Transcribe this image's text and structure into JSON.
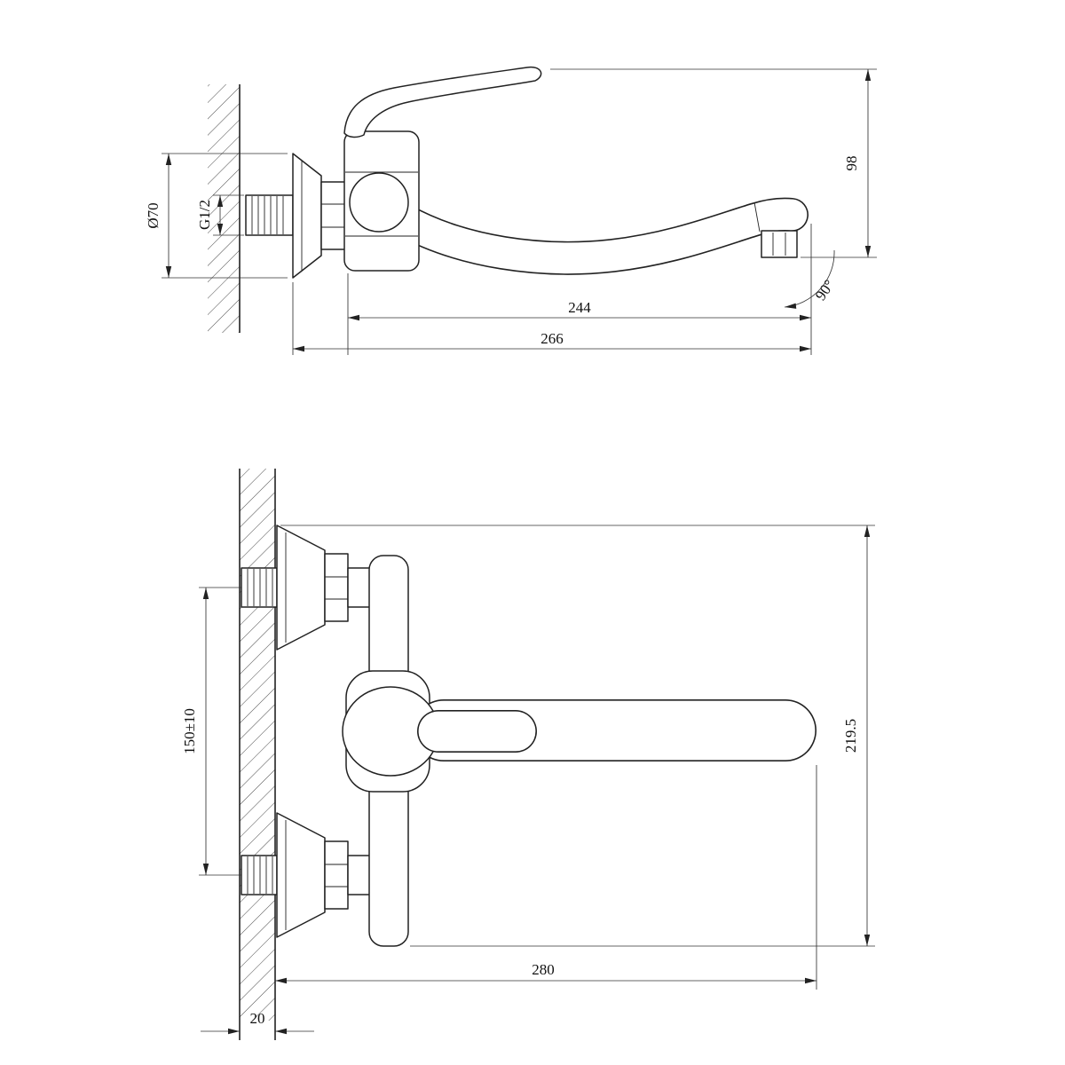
{
  "drawing": {
    "kind": "wall-mounted-faucet-technical-drawing",
    "colors": {
      "background": "#ffffff",
      "line": "#222222",
      "dimension": "#333333"
    },
    "side_view": {
      "dims": {
        "escutcheon_diameter": "Ø70",
        "thread_size": "G1/2",
        "spout_height": "98",
        "swivel_angle": "90°",
        "spout_reach": "244",
        "overall_projection": "266"
      }
    },
    "front_view": {
      "dims": {
        "inlet_spacing": "150±10",
        "overall_height": "219.5",
        "overall_length": "280",
        "wall_offset": "20"
      }
    }
  }
}
